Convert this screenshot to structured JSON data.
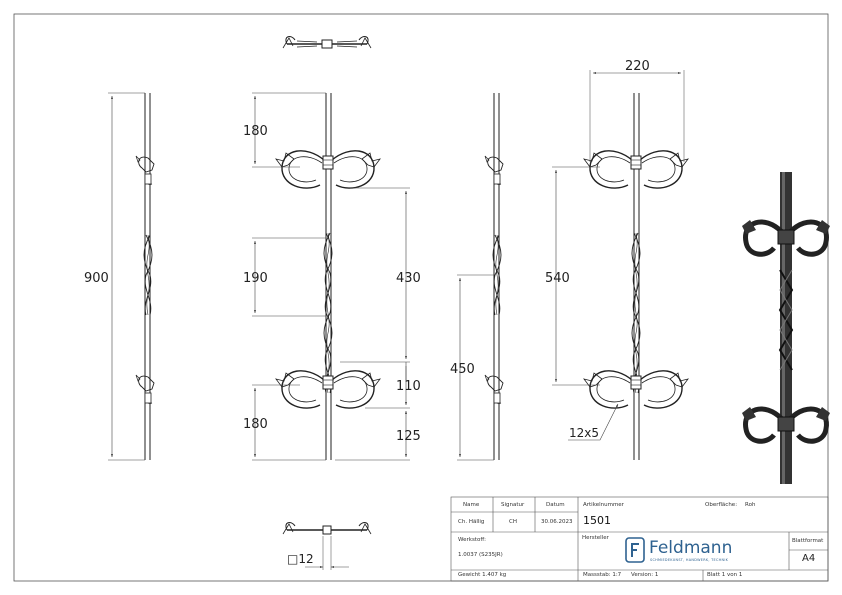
{
  "dimensions": {
    "d900": "900",
    "d180_top": "180",
    "d190": "190",
    "d430": "430",
    "d110": "110",
    "d180_bottom": "180",
    "d125": "125",
    "d450": "450",
    "d540": "540",
    "d220": "220",
    "d12x5": "12x5",
    "square12": "□12"
  },
  "title_block": {
    "name_label": "Name",
    "signature_label": "Signatur",
    "date_label": "Datum",
    "name_value": "Ch. Hällig",
    "signature_value": "CH",
    "date_value": "30.06.2023",
    "article_label": "Artikelnummer",
    "article_value": "1501",
    "surface_label": "Oberfläche:",
    "surface_value": "Roh",
    "material_label": "Werkstoff:",
    "material_value": "1.0037 (S235JR)",
    "manufacturer_label": "Hersteller",
    "brand_name": "Feldmann",
    "brand_tagline": "SCHMIEDEKUNST, HANDWERK, TECHNIK",
    "sheet_format_label": "Blattformat",
    "sheet_format_value": "A4",
    "weight_text": "Gewicht 1.407 kg",
    "scale_text": "Massstab: 1:7",
    "version_text": "Version: 1",
    "sheet_text": "Blatt 1 von 1"
  },
  "colors": {
    "line": "#222222",
    "brand_blue": "#2f6290"
  }
}
